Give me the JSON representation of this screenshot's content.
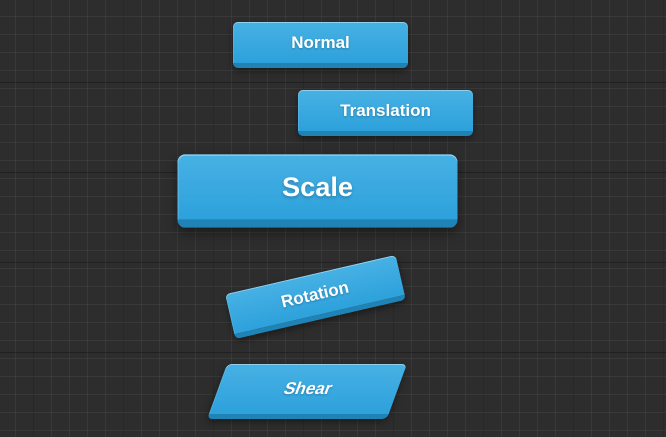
{
  "canvas": {
    "description": "CSS 2D transforms demo canvas",
    "background_color": "#2d2d2d",
    "grid_light_line_color": "rgba(255,255,255,0.05)",
    "grid_dark_line_color": "rgba(0,0,0,0.28)"
  },
  "colors": {
    "button_gradient_top": "#47b1e4",
    "button_gradient_bottom": "#2da1db",
    "button_edge": "#1f83b6",
    "button_text": "#ffffff"
  },
  "buttons": [
    {
      "id": "normal",
      "label": "Normal",
      "transform": "none"
    },
    {
      "id": "translation",
      "label": "Translation",
      "transform": "translate"
    },
    {
      "id": "scale",
      "label": "Scale",
      "transform": "scale"
    },
    {
      "id": "rotation",
      "label": "Rotation",
      "transform": "rotate"
    },
    {
      "id": "shear",
      "label": "Shear",
      "transform": "skew"
    }
  ]
}
